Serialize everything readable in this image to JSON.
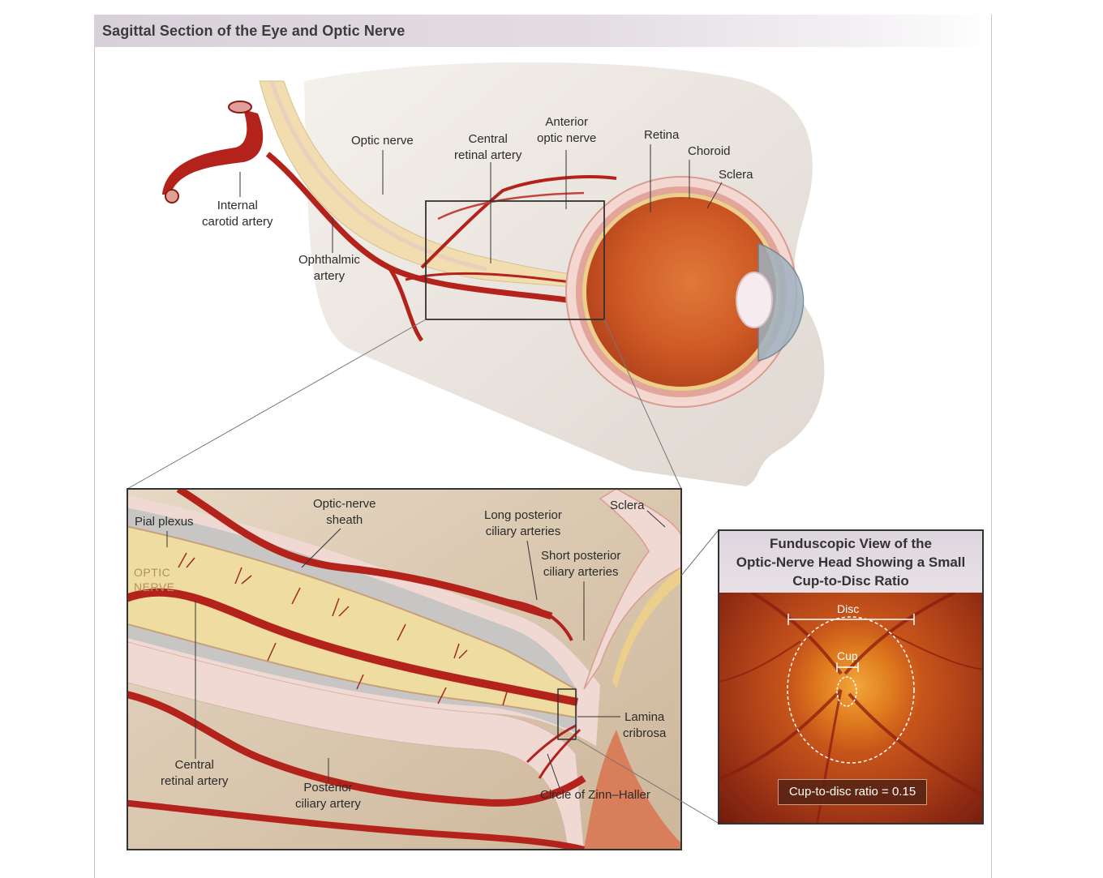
{
  "figure": {
    "title": "Sagittal Section of the Eye and Optic Nerve"
  },
  "upper_labels": {
    "optic_nerve": "Optic nerve",
    "central_retinal_artery": [
      "Central",
      "retinal artery"
    ],
    "anterior_optic_nerve": [
      "Anterior",
      "optic nerve"
    ],
    "retina": "Retina",
    "choroid": "Choroid",
    "sclera": "Sclera",
    "internal_carotid_artery": [
      "Internal",
      "carotid artery"
    ],
    "ophthalmic_artery": [
      "Ophthalmic",
      "artery"
    ]
  },
  "inset_labels": {
    "pial_plexus": "Pial plexus",
    "optic_nerve_caps": [
      "OPTIC",
      "NERVE"
    ],
    "optic_nerve_sheath": [
      "Optic-nerve",
      "sheath"
    ],
    "long_posterior": [
      "Long posterior",
      "ciliary arteries"
    ],
    "sclera": "Sclera",
    "short_posterior": [
      "Short posterior",
      "ciliary arteries"
    ],
    "lamina_cribrosa": [
      "Lamina",
      "cribrosa"
    ],
    "central_retinal_artery": [
      "Central",
      "retinal artery"
    ],
    "posterior_ciliary_artery": [
      "Posterior",
      "ciliary artery"
    ],
    "circle_zinn_haller": "Circle of Zinn–Haller"
  },
  "fundus": {
    "title": [
      "Funduscopic View of the",
      "Optic-Nerve Head Showing a Small",
      "Cup-to-Disc Ratio"
    ],
    "disc_label": "Disc",
    "cup_label": "Cup",
    "ratio_text": "Cup-to-disc ratio = 0.15"
  },
  "colors": {
    "artery": "#b3231b",
    "nerve": "#efdca0",
    "sclera": "#f1d9d3",
    "eye_interior": "#d4632a",
    "skin": "#e9e2da",
    "fundus_orange": "#e07d1f"
  }
}
